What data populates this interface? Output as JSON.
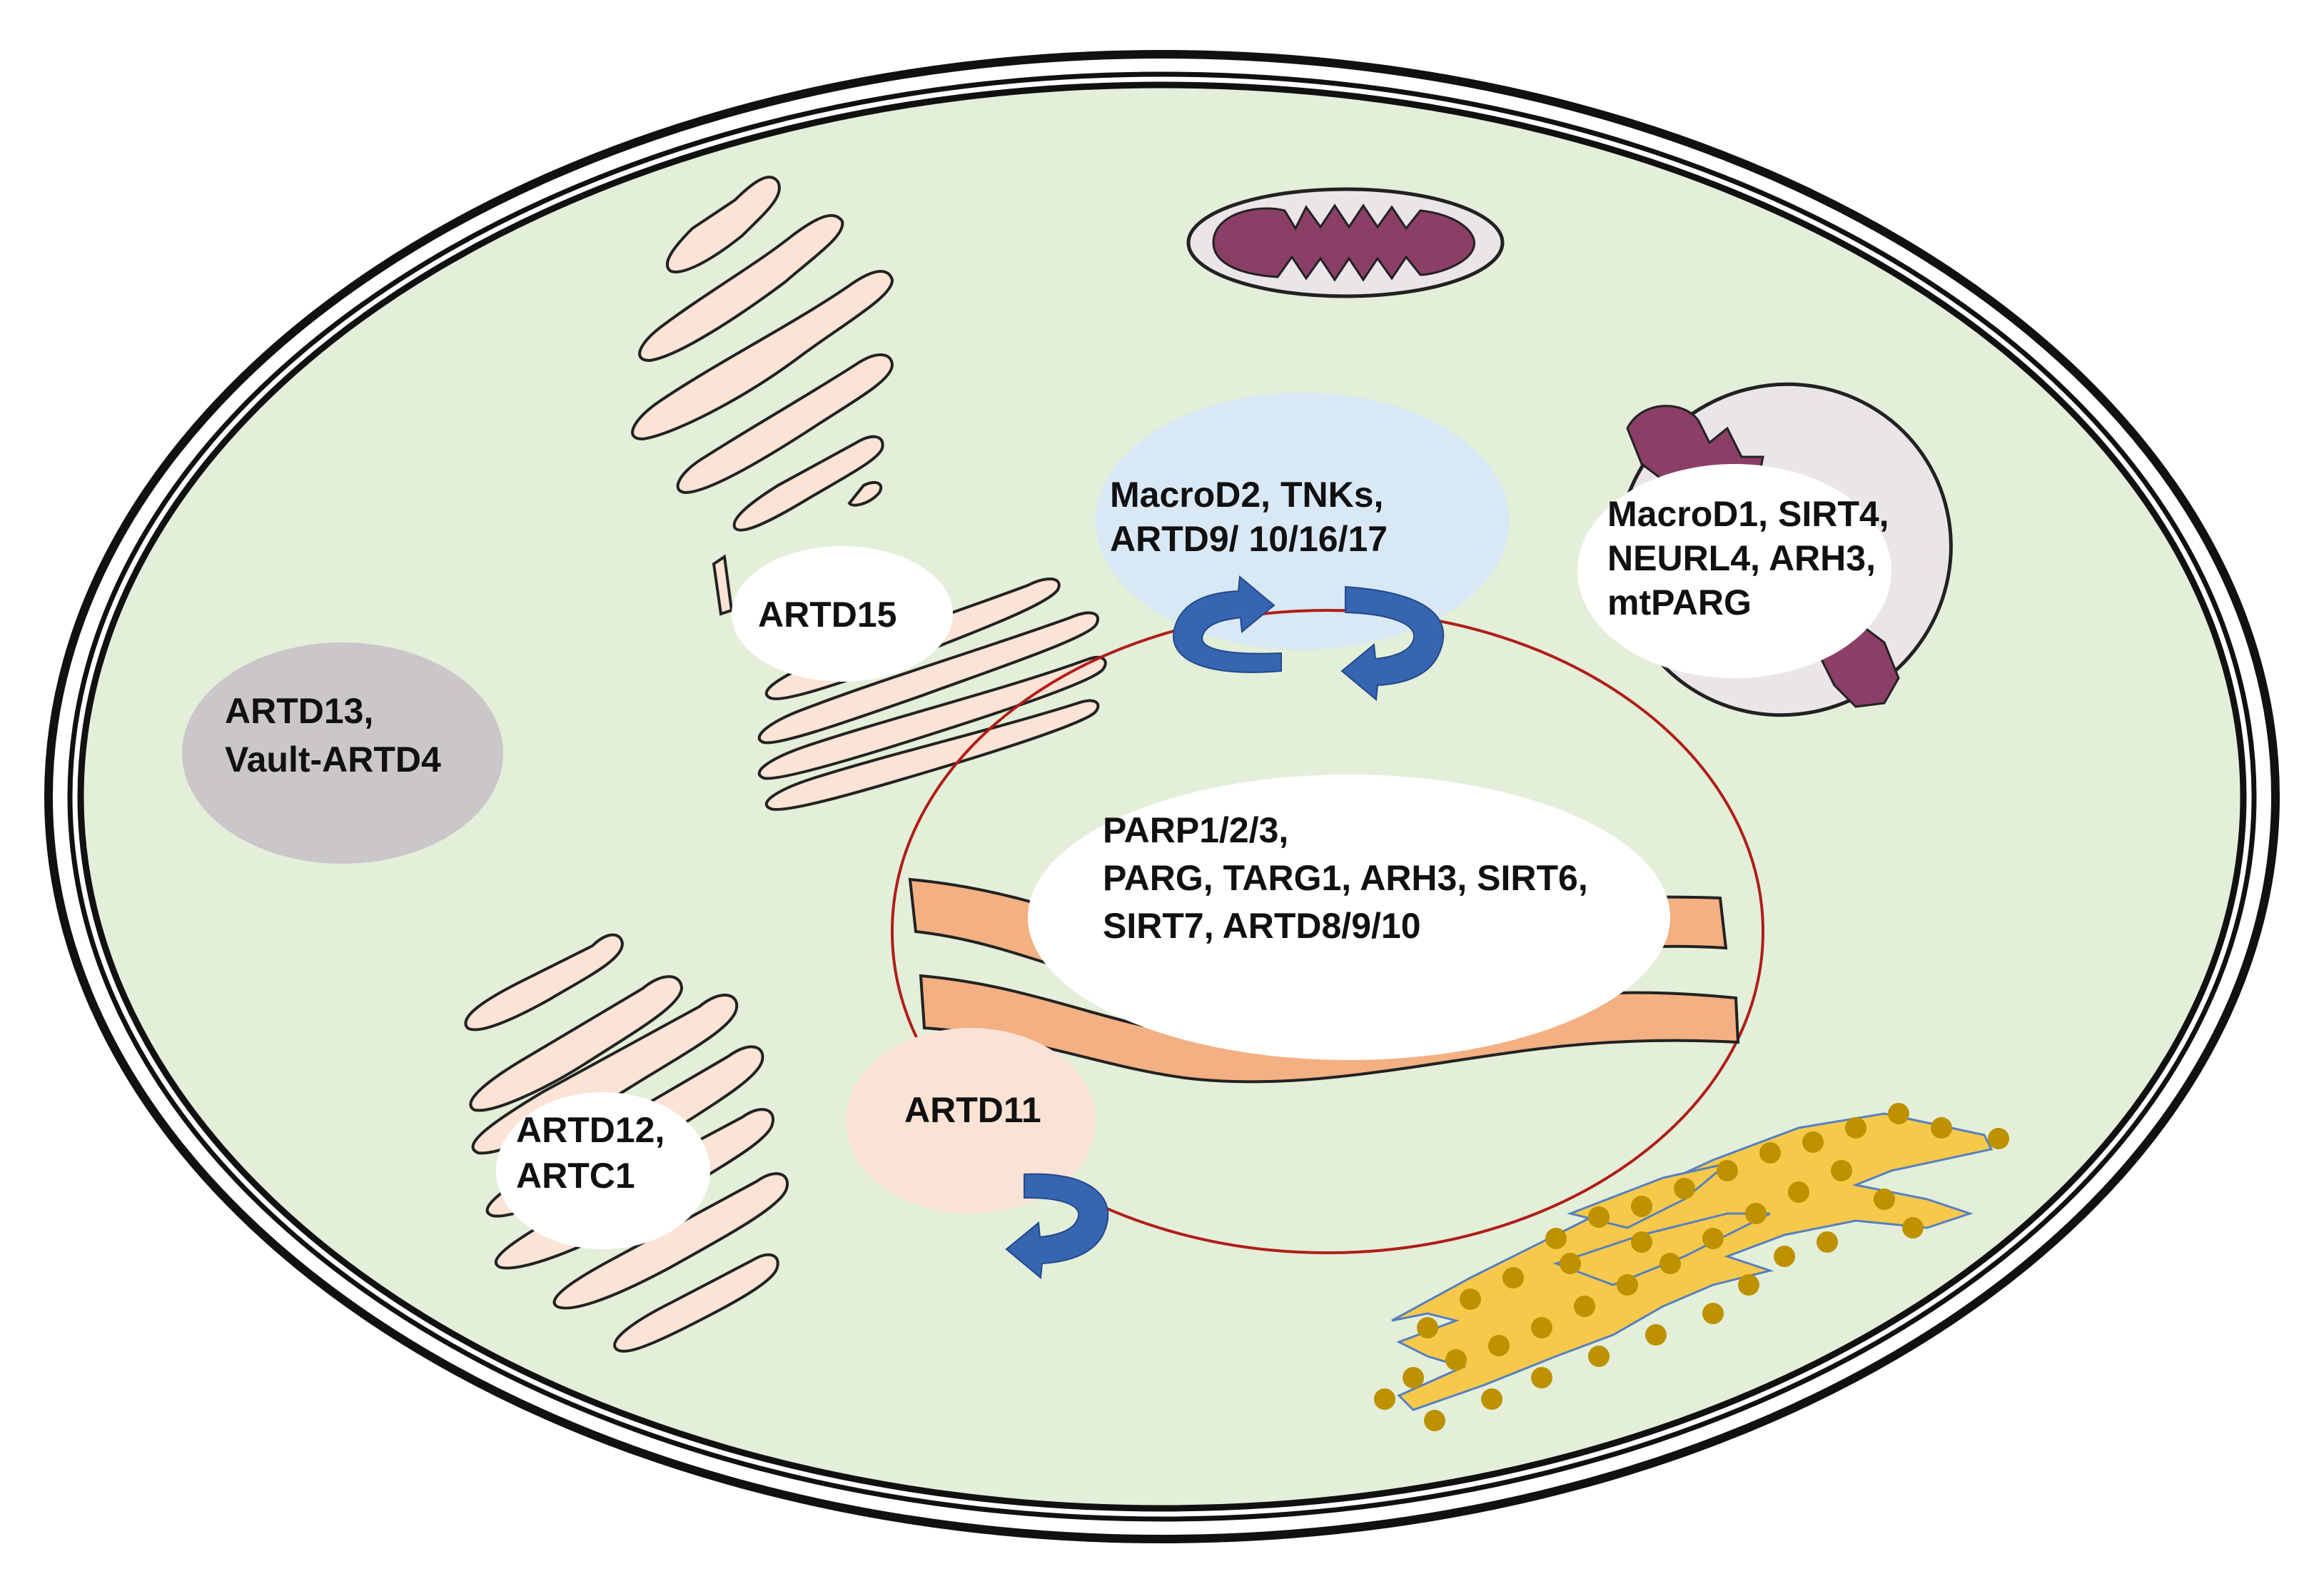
{
  "colors": {
    "cytoplasm": "#e3efd9",
    "membrane": "#111111",
    "nucleus_envelope": "#b01e18",
    "chromatin": "#f3b082",
    "golgi": "#fbe3d5",
    "mitochondria_matrix": "#8b3e66",
    "mitochondria_outer": "#e9e5e9",
    "vault": "#cac6c9",
    "er": "#f7c94a",
    "ribosome": "#be9100",
    "arrow": "#3665b1",
    "label_bubble": "#ffffff",
    "cytosol_bubble": "#d9e8f5",
    "artd11_bubble": "#fae2d4"
  },
  "labels": {
    "cytosol": [
      "MacroD2, TNKs,",
      "ARTD9/ 10/16/17"
    ],
    "mitochondria": [
      "MacroD1, SIRT4,",
      "NEURL4, ARH3,",
      "mtPARG"
    ],
    "golgi_upper": [
      "ARTD15"
    ],
    "vault": [
      "ARTD13,",
      "Vault-ARTD4"
    ],
    "nucleus": [
      "PARP1/2/3,",
      "PARG, TARG1, ARH3, SIRT6,",
      "SIRT7, ARTD8/9/10"
    ],
    "golgi_lower": [
      "ARTD12,",
      "ARTC1"
    ],
    "nuclear_envelope": [
      "ARTD11"
    ]
  }
}
